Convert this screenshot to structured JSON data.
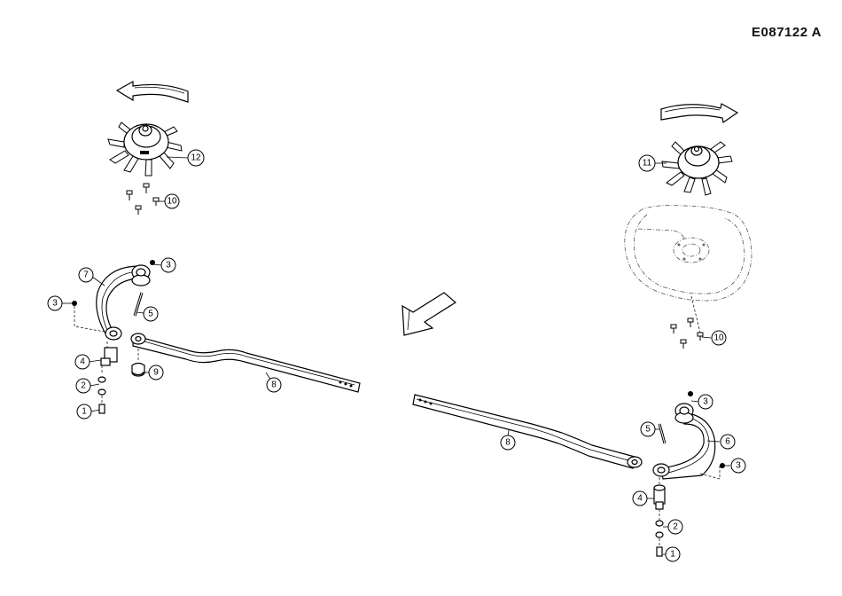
{
  "document_id": "E087122  A",
  "callouts": {
    "left_12": "12",
    "left_10": "10",
    "left_7": "7",
    "left_3_top": "3",
    "left_3_side": "3",
    "left_5": "5",
    "left_4": "4",
    "left_2": "2",
    "left_1": "1",
    "left_9": "9",
    "left_8": "8",
    "right_11": "11",
    "right_10": "10",
    "right_8": "8",
    "right_3_top": "3",
    "right_5": "5",
    "right_6": "6",
    "right_3_side": "3",
    "right_4": "4",
    "right_2": "2",
    "right_1": "1"
  }
}
